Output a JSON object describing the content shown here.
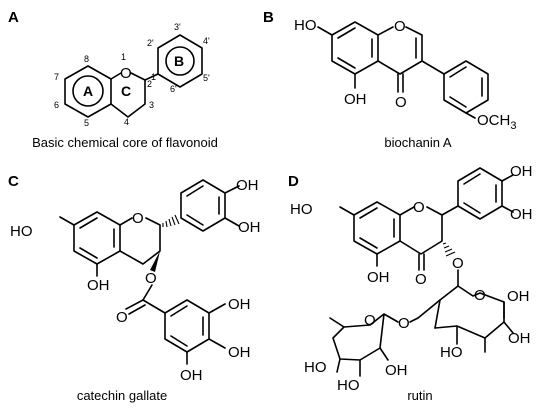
{
  "panels": [
    {
      "label": "A",
      "caption": "Basic chemical core of flavonoid"
    },
    {
      "label": "B",
      "caption": "biochanin A"
    },
    {
      "label": "C",
      "caption": "catechin gallate"
    },
    {
      "label": "D",
      "caption": "rutin"
    }
  ],
  "flavonoid_core": {
    "rings": [
      "A",
      "C",
      "B"
    ],
    "oxygen": "O",
    "positions": [
      "1",
      "2",
      "3",
      "4",
      "5",
      "6",
      "7",
      "8",
      "1'",
      "2'",
      "3'",
      "4'",
      "5'",
      "6'"
    ]
  },
  "biochanin": {
    "oh1": "HO",
    "oh2": "OH",
    "ketone": "O",
    "ring_o": "O",
    "methoxy": "OCH",
    "methoxy_sub": "3"
  },
  "catechin_gallate": {
    "oh_left": "HO",
    "ring_o": "O",
    "oh_b1": "OH",
    "oh_b2": "OH",
    "ester_o": "O",
    "oh_a": "OH",
    "carbonyl_o": "O",
    "oh_g1": "OH",
    "oh_g2": "OH",
    "oh_g3": "OH"
  },
  "rutin": {
    "oh_left": "HO",
    "ring_o": "O",
    "oh_b1": "OH",
    "oh_b2": "OH",
    "ketone": "O",
    "oh_a": "OH",
    "glyco_o": "O",
    "glu_ring_o": "O",
    "glu_oh1": "OH",
    "glu_oh2": "OH",
    "glu_oh3": "HO",
    "link_o": "O",
    "rha_ring_o": "O",
    "rha_oh1": "HO",
    "rha_oh2": "OH",
    "rha_oh3": "HO"
  }
}
